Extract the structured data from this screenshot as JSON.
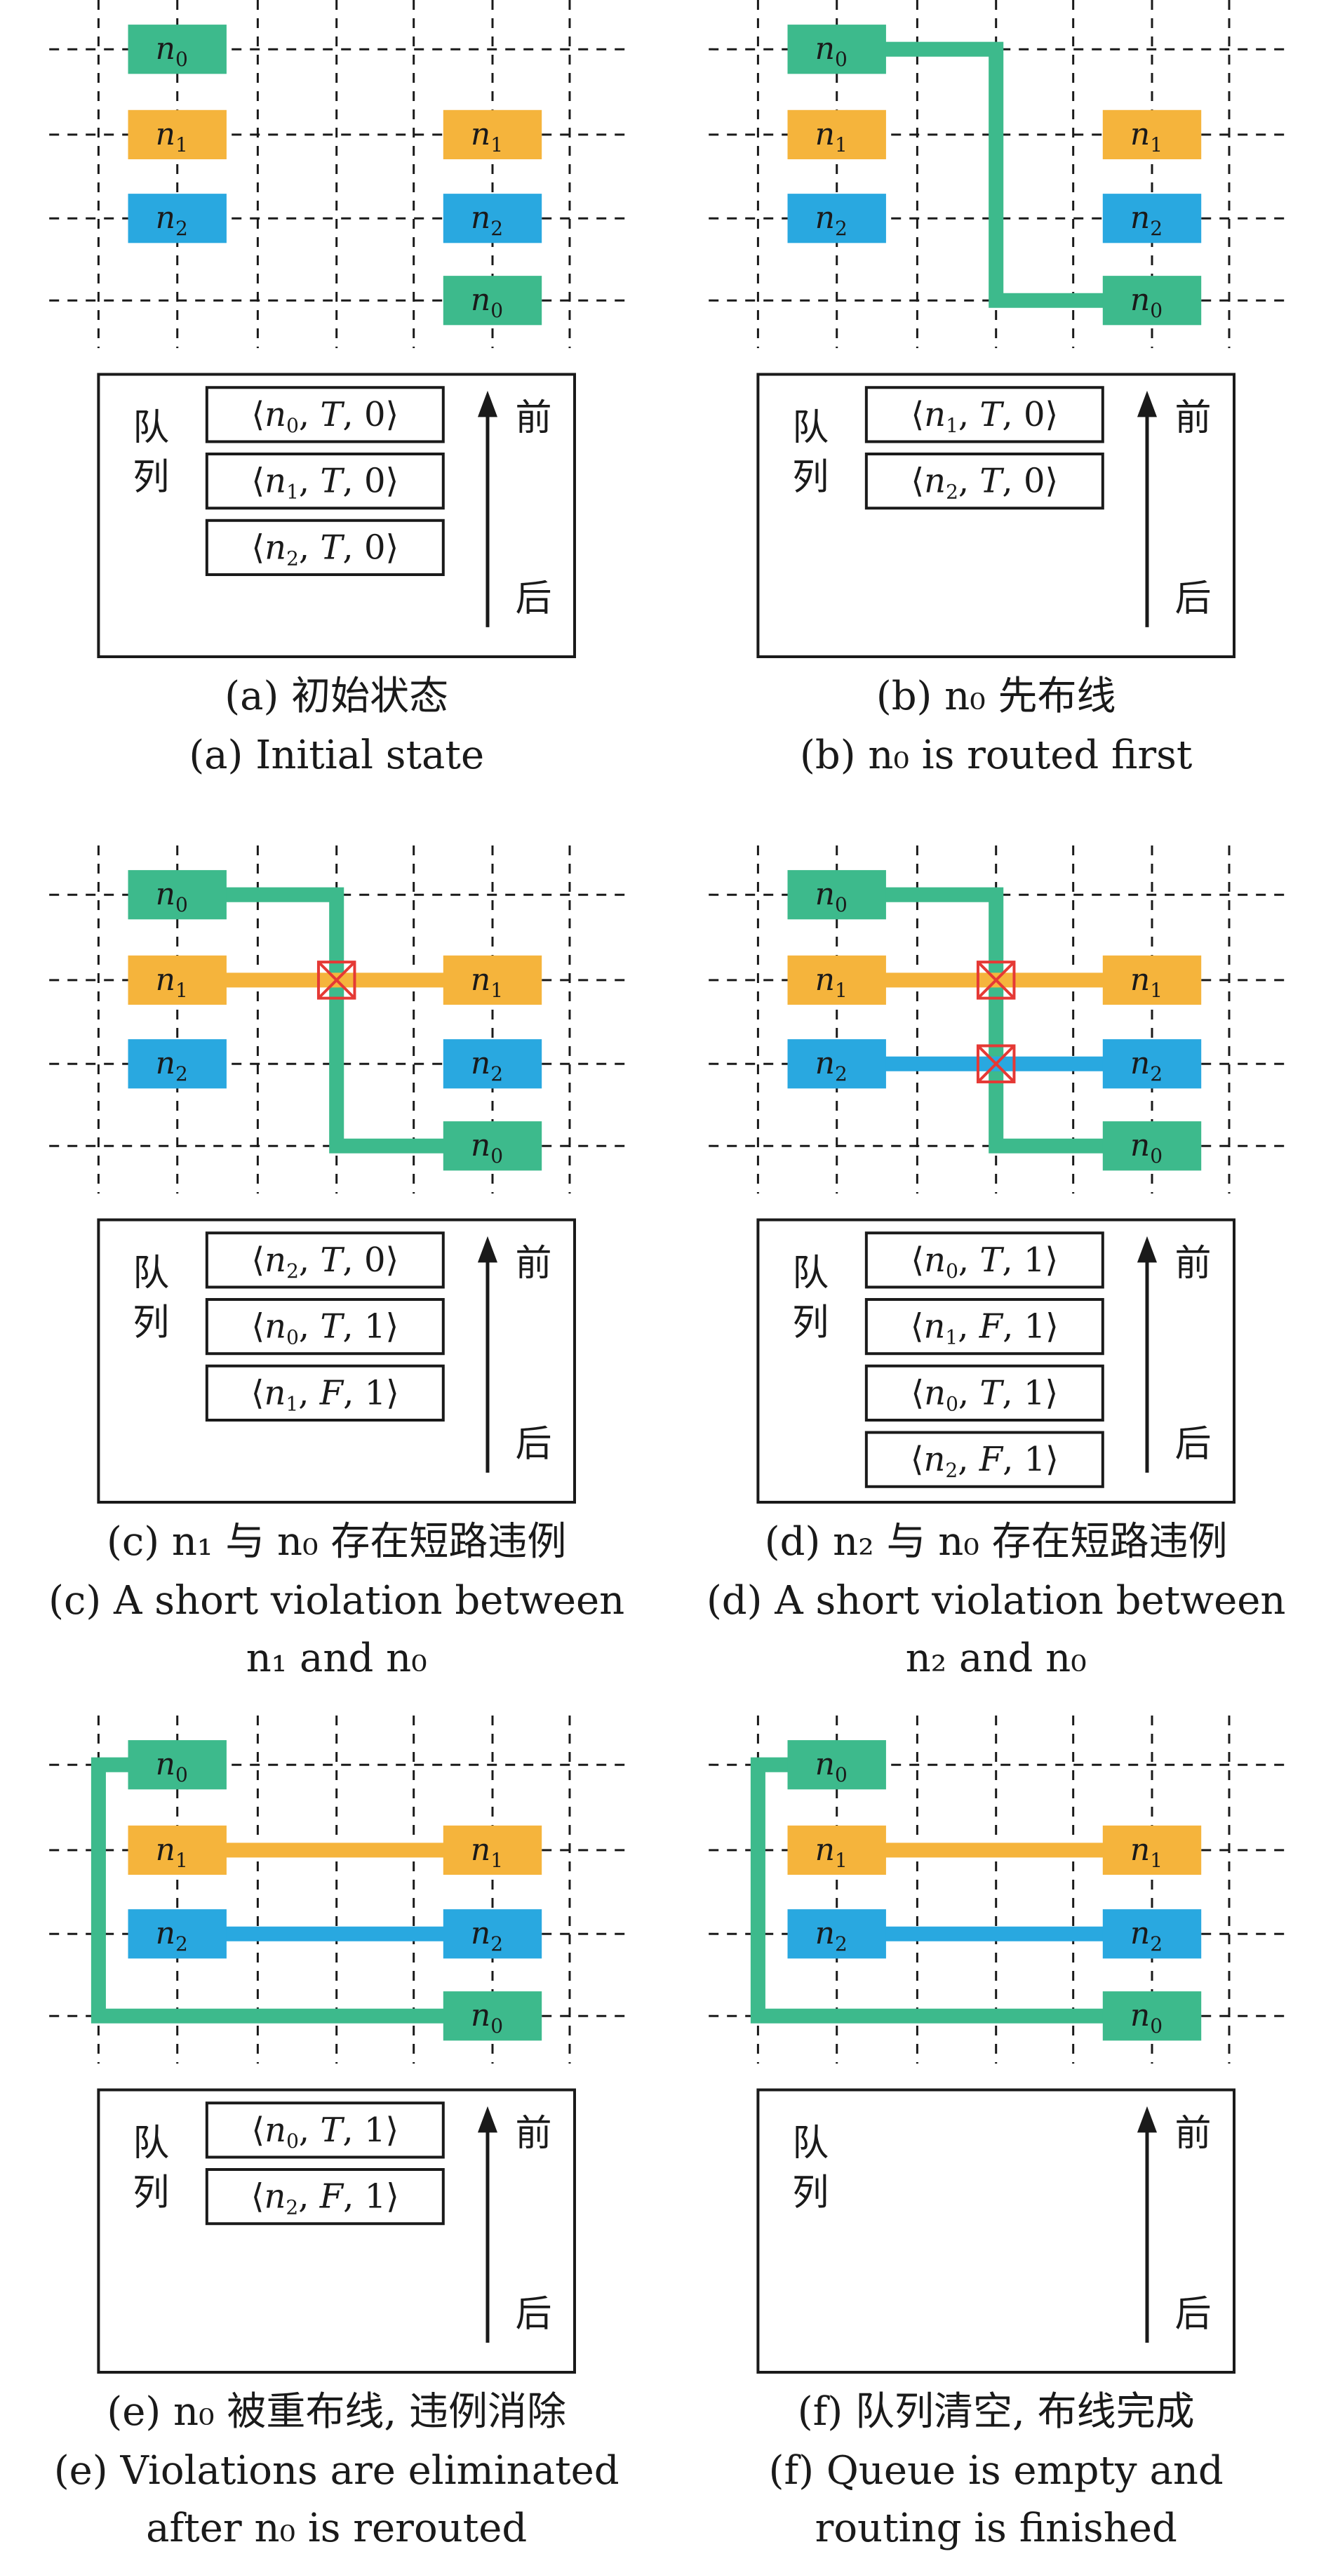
{
  "legend": {
    "queue_label_line1": "队",
    "queue_label_line2": "列",
    "front": "前",
    "back": "后"
  },
  "colors": {
    "n0": "#3dba8c",
    "n1": "#f5b43c",
    "n2": "#29a8e0",
    "violation": "#e53935",
    "grid": "#1a1a1a"
  },
  "panels": [
    {
      "id": "a",
      "caption_cn": "(a) 初始状态",
      "caption_en": [
        "(a) Initial state"
      ],
      "pins": [
        {
          "net": "n0",
          "label": "n",
          "sub": "0"
        },
        {
          "net": "n1",
          "label": "n",
          "sub": "1"
        },
        {
          "net": "n2",
          "label": "n",
          "sub": "2"
        },
        {
          "net": "n1",
          "label": "n",
          "sub": "1"
        },
        {
          "net": "n2",
          "label": "n",
          "sub": "2"
        },
        {
          "net": "n0",
          "label": "n",
          "sub": "0"
        }
      ],
      "queue": [
        {
          "net": "n",
          "sub": "0",
          "rest": ", T, 0"
        },
        {
          "net": "n",
          "sub": "1",
          "rest": ", T, 0"
        },
        {
          "net": "n",
          "sub": "2",
          "rest": ", T, 0"
        }
      ]
    },
    {
      "id": "b",
      "caption_cn": "(b) n₀ 先布线",
      "caption_en": [
        "(b) n₀ is routed first"
      ],
      "pins": [
        {
          "net": "n0",
          "label": "n",
          "sub": "0"
        },
        {
          "net": "n1",
          "label": "n",
          "sub": "1"
        },
        {
          "net": "n2",
          "label": "n",
          "sub": "2"
        },
        {
          "net": "n1",
          "label": "n",
          "sub": "1"
        },
        {
          "net": "n2",
          "label": "n",
          "sub": "2"
        },
        {
          "net": "n0",
          "label": "n",
          "sub": "0"
        }
      ],
      "queue": [
        {
          "net": "n",
          "sub": "1",
          "rest": ", T, 0"
        },
        {
          "net": "n",
          "sub": "2",
          "rest": ", T, 0"
        }
      ]
    },
    {
      "id": "c",
      "caption_cn": "(c) n₁ 与 n₀ 存在短路违例",
      "caption_en": [
        "(c) A short violation between",
        "n₁ and n₀"
      ],
      "pins": [
        {
          "net": "n0",
          "label": "n",
          "sub": "0"
        },
        {
          "net": "n1",
          "label": "n",
          "sub": "1"
        },
        {
          "net": "n2",
          "label": "n",
          "sub": "2"
        },
        {
          "net": "n1",
          "label": "n",
          "sub": "1"
        },
        {
          "net": "n2",
          "label": "n",
          "sub": "2"
        },
        {
          "net": "n0",
          "label": "n",
          "sub": "0"
        }
      ],
      "queue": [
        {
          "net": "n",
          "sub": "2",
          "rest": ", T, 0"
        },
        {
          "net": "n",
          "sub": "0",
          "rest": ", T, 1"
        },
        {
          "net": "n",
          "sub": "1",
          "rest": ", F, 1"
        }
      ]
    },
    {
      "id": "d",
      "caption_cn": "(d) n₂ 与 n₀ 存在短路违例",
      "caption_en": [
        "(d) A short violation between",
        "n₂ and n₀"
      ],
      "pins": [
        {
          "net": "n0",
          "label": "n",
          "sub": "0"
        },
        {
          "net": "n1",
          "label": "n",
          "sub": "1"
        },
        {
          "net": "n2",
          "label": "n",
          "sub": "2"
        },
        {
          "net": "n1",
          "label": "n",
          "sub": "1"
        },
        {
          "net": "n2",
          "label": "n",
          "sub": "2"
        },
        {
          "net": "n0",
          "label": "n",
          "sub": "0"
        }
      ],
      "queue": [
        {
          "net": "n",
          "sub": "0",
          "rest": ", T, 1"
        },
        {
          "net": "n",
          "sub": "1",
          "rest": ", F, 1"
        },
        {
          "net": "n",
          "sub": "0",
          "rest": ", T, 1"
        },
        {
          "net": "n",
          "sub": "2",
          "rest": ", F, 1"
        }
      ]
    },
    {
      "id": "e",
      "caption_cn": "(e) n₀ 被重布线, 违例消除",
      "caption_en": [
        "(e) Violations are eliminated",
        "after n₀ is rerouted"
      ],
      "pins": [
        {
          "net": "n0",
          "label": "n",
          "sub": "0"
        },
        {
          "net": "n1",
          "label": "n",
          "sub": "1"
        },
        {
          "net": "n2",
          "label": "n",
          "sub": "2"
        },
        {
          "net": "n1",
          "label": "n",
          "sub": "1"
        },
        {
          "net": "n2",
          "label": "n",
          "sub": "2"
        },
        {
          "net": "n0",
          "label": "n",
          "sub": "0"
        }
      ],
      "queue": [
        {
          "net": "n",
          "sub": "0",
          "rest": ", T, 1"
        },
        {
          "net": "n",
          "sub": "2",
          "rest": ", F, 1"
        }
      ]
    },
    {
      "id": "f",
      "caption_cn": "(f) 队列清空, 布线完成",
      "caption_en": [
        "(f) Queue is empty and",
        "routing is finished"
      ],
      "pins": [
        {
          "net": "n0",
          "label": "n",
          "sub": "0"
        },
        {
          "net": "n1",
          "label": "n",
          "sub": "1"
        },
        {
          "net": "n2",
          "label": "n",
          "sub": "2"
        },
        {
          "net": "n1",
          "label": "n",
          "sub": "1"
        },
        {
          "net": "n2",
          "label": "n",
          "sub": "2"
        },
        {
          "net": "n0",
          "label": "n",
          "sub": "0"
        }
      ],
      "queue": []
    }
  ]
}
